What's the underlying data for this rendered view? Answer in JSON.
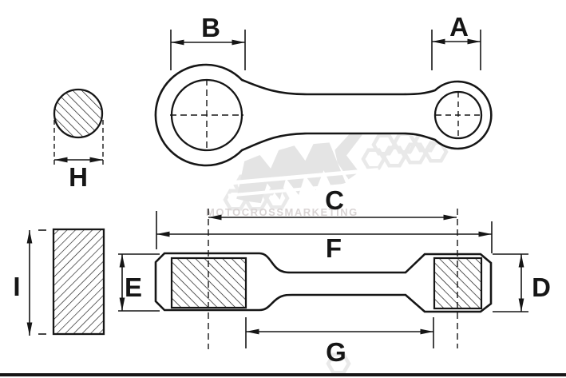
{
  "page": {
    "background": "#ffffff"
  },
  "diagram": {
    "type": "technical-drawing",
    "subject": "connecting-rod-kit-dimension-diagram",
    "line_color": "#161616",
    "labels": {
      "A": "A",
      "B": "B",
      "C": "C",
      "D": "D",
      "E": "E",
      "F": "F",
      "G": "G",
      "H": "H",
      "I": "I"
    },
    "watermark": {
      "brand_text": "MOTOCROSSMARKETING",
      "logo": "mx-logo",
      "logo_color": "#e4e4e4",
      "honeycomb_color": "#e9e9e9",
      "text_color": "#d9d4d4"
    },
    "footer_rule_color": "#161616"
  }
}
